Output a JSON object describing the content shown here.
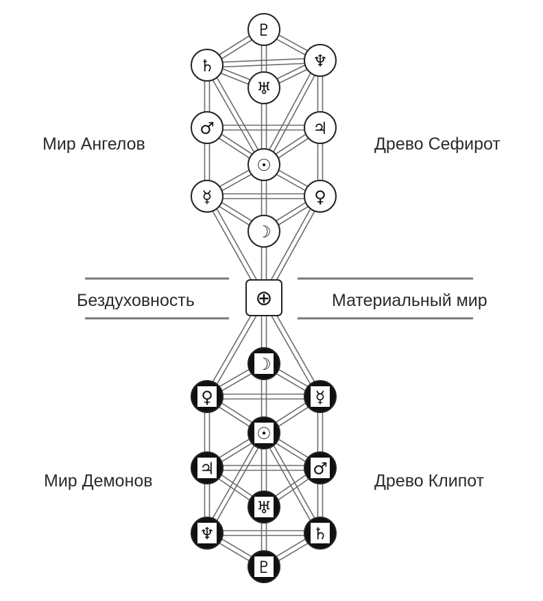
{
  "labels": {
    "world_of_angels": "Мир Ангелов",
    "tree_of_sephiroth": "Древо Сефирот",
    "spiritlessness": "Бездуховность",
    "material_world": "Материальный мир",
    "world_of_demons": "Мир Демонов",
    "tree_of_qliphoth": "Древо Клипот"
  },
  "colors": {
    "line": "#6a6a6a",
    "light_node": "#ffffff",
    "dark_node": "#111111",
    "text": "#2a2a2a"
  },
  "upper_tree": [
    {
      "id": "pluto",
      "symbol": "♇",
      "icon": "pluto-icon"
    },
    {
      "id": "saturn",
      "symbol": "♄",
      "icon": "saturn-icon"
    },
    {
      "id": "neptune",
      "symbol": "♆",
      "icon": "neptune-icon"
    },
    {
      "id": "uranus",
      "symbol": "♅",
      "icon": "uranus-icon"
    },
    {
      "id": "mars",
      "symbol": "♂",
      "icon": "mars-icon"
    },
    {
      "id": "jupiter",
      "symbol": "♃",
      "icon": "jupiter-icon"
    },
    {
      "id": "sun",
      "symbol": "☉",
      "icon": "sun-icon"
    },
    {
      "id": "mercury",
      "symbol": "☿",
      "icon": "mercury-icon"
    },
    {
      "id": "venus",
      "symbol": "♀",
      "icon": "venus-icon"
    },
    {
      "id": "moon",
      "symbol": "☽",
      "icon": "moon-icon"
    }
  ],
  "earth": {
    "id": "earth",
    "symbol": "⊕",
    "icon": "earth-icon"
  },
  "lower_tree": [
    {
      "id": "moon",
      "symbol": "☽",
      "icon": "moon-icon"
    },
    {
      "id": "venus",
      "symbol": "♀",
      "icon": "venus-icon"
    },
    {
      "id": "mercury",
      "symbol": "☿",
      "icon": "mercury-icon"
    },
    {
      "id": "sun",
      "symbol": "☉",
      "icon": "sun-icon"
    },
    {
      "id": "jupiter",
      "symbol": "♃",
      "icon": "jupiter-icon"
    },
    {
      "id": "mars",
      "symbol": "♂",
      "icon": "mars-icon"
    },
    {
      "id": "uranus",
      "symbol": "♅",
      "icon": "uranus-icon"
    },
    {
      "id": "neptune",
      "symbol": "♆",
      "icon": "neptune-icon"
    },
    {
      "id": "saturn",
      "symbol": "♄",
      "icon": "saturn-icon"
    },
    {
      "id": "pluto",
      "symbol": "♇",
      "icon": "pluto-icon"
    }
  ]
}
